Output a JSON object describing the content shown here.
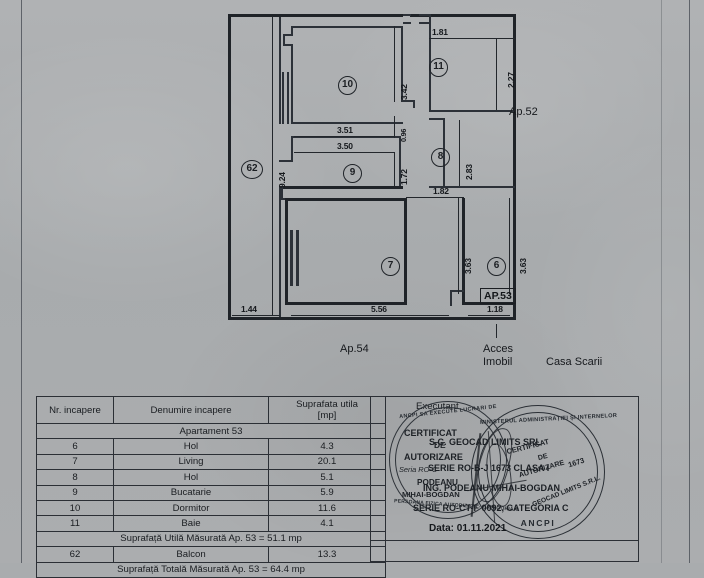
{
  "document": {
    "type": "cadastral-floor-plan",
    "date_label": "Data: 01.11.2021"
  },
  "plan": {
    "rooms": [
      {
        "id": "10",
        "label": "10"
      },
      {
        "id": "11",
        "label": "11"
      },
      {
        "id": "8",
        "label": "8"
      },
      {
        "id": "9",
        "label": "9"
      },
      {
        "id": "7",
        "label": "7"
      },
      {
        "id": "6",
        "label": "6"
      },
      {
        "id": "62",
        "label": "62"
      }
    ],
    "dimensions": {
      "d_181": "1.81",
      "d_227": "2.27",
      "d_342": "3.42",
      "d_096": "0.96",
      "d_351": "3.51",
      "d_350": "3.50",
      "d_172": "1.72",
      "d_283": "2.83",
      "d_182": "1.82",
      "d_924": "9.24",
      "d_363a": "3.63",
      "d_363b": "3.63",
      "d_144": "1.44",
      "d_556": "5.56",
      "d_118": "1.18"
    },
    "labels": {
      "ap52": "Ap.52",
      "ap53": "AP.53",
      "ap54": "Ap.54",
      "acces": "Acces",
      "imobil": "Imobil",
      "casa_scarii": "Casa Scarii"
    }
  },
  "table": {
    "headers": [
      "Nr. incapere",
      "Denumire incapere",
      "Suprafata utila\n[mp]"
    ],
    "header_col1": "Nr. incapere",
    "header_col2": "Denumire incapere",
    "header_col3_line1": "Suprafata utila",
    "header_col3_line2": "[mp]",
    "section_title": "Apartament 53",
    "rows": [
      {
        "nr": "6",
        "name": "Hol",
        "area": "4.3"
      },
      {
        "nr": "7",
        "name": "Living",
        "area": "20.1"
      },
      {
        "nr": "8",
        "name": "Hol",
        "area": "5.1"
      },
      {
        "nr": "9",
        "name": "Bucatarie",
        "area": "5.9"
      },
      {
        "nr": "10",
        "name": "Dormitor",
        "area": "11.6"
      },
      {
        "nr": "11",
        "name": "Baie",
        "area": "4.1"
      }
    ],
    "subtotal_row": "Suprafață Utilă Măsurată Ap. 53  = 51.1 mp",
    "balcony_row": {
      "nr": "62",
      "name": "Balcon",
      "area": "13.3"
    },
    "total_row": "Suprafață Totală Măsurată Ap. 53 = 64.4 mp"
  },
  "executant": {
    "title": "Executant",
    "date": "Data: 01.11.2021",
    "stamp_left": {
      "line1": "CERTIFICAT",
      "line2": "DE",
      "line3": "AUTORIZARE",
      "line4": "Seria RO-C",
      "line5": "PODEANU",
      "line6": "MIHAI-BOGDAN",
      "arc_top": "ANCPI SA EXECUTE LUCRARI DE",
      "arc_bottom": "PERSOANA FIZICA AUTORIZATA - CATEGORIA C"
    },
    "stamp_right": {
      "arc_top": "MINISTERUL ADMINISTRAȚIEI ȘI INTERNELOR",
      "arc_bottom": "ANCPI",
      "inner1": "CERTIFICAT",
      "inner2": "DE",
      "inner3": "AUTORIZARE",
      "inner4": "1673",
      "inner5": "GEOCAD LIMITS S.R.L."
    },
    "handwriting": {
      "line1": "S.C. GEOCAD LIMITS SRL",
      "line2": "SERIE RO-B-J 1673 CLASA I",
      "line3": "ING. PODEANU MIHAI-BOGDAN",
      "line4": "SERIE RO-CT-F 0092, CATEGORIA C"
    }
  }
}
